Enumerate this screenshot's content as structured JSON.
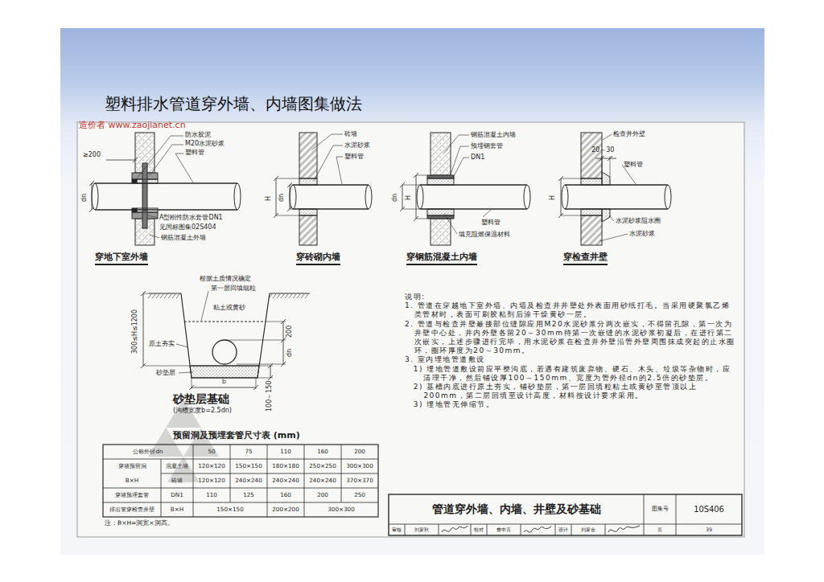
{
  "diagram": {
    "title": "塑料排水管道穿外墙、内墙图集做法",
    "labels": [
      "造价者 www.zaojianet.cn",
      "防水胶泥",
      "M20水泥砂浆",
      "塑料管",
      "≥200",
      "dn",
      "A型刚性防水套管DN1",
      "见国标图集02S404",
      "钢筋混凝土外墙",
      "穿地下室外墙",
      "砖墙",
      "水泥砂浆",
      "塑料管",
      "H",
      "dn",
      "穿砖砌内墙",
      "钢筋混凝土内墙",
      "预埋钢套管",
      "DN1",
      "dn",
      "H",
      "塑料管",
      "填充阻燃保温材料",
      "穿钢筋混凝土内墙",
      "检查井外壁",
      "20～30",
      "塑料管",
      "H",
      "水泥砂浆阻水圈",
      "水泥砂浆",
      "穿检查井壁",
      "根据土质情况确定",
      "第一层回填细粒",
      "粘土或黄砂",
      "300≤H≤1200",
      "200",
      "dn",
      "原土夯实",
      "砂垫层",
      "b",
      "100～150",
      "砂垫层基础",
      "(沟槽宽度b=2.5dn)",
      "预留洞及预埋套管尺寸表 (mm)",
      "公称外径dn",
      "50",
      "75",
      "110",
      "160",
      "200",
      "穿墙预留洞",
      "B×H",
      "混凝土墙",
      "120×120",
      "150×150",
      "180×180",
      "250×250",
      "300×300",
      "砖墙",
      "120×120",
      "240×240",
      "240×240",
      "240×240",
      "370×370",
      "穿墙预埋套管",
      "DN1",
      "110",
      "125",
      "160",
      "200",
      "250",
      "排出管穿检查井壁",
      "B×H",
      "150×150",
      "200×200",
      "300×300",
      "注：B×H=洞宽×洞高。",
      "说明:",
      "1. 管道在穿越地下室外墙、内墙及检查井井壁处外表面用砂纸打毛。当采用硬聚氯乙烯类管材时，表面可刷胶粘剂后涂干燥黄砂一层。",
      "2. 管道与检查井壁最接部位缝隙应用M20水泥砂浆分两次嵌实，不得留孔隙，第一次为井壁中心处，井内外壁各留20～30mm待第一次嵌缝的水泥砂浆初凝后，在进行第二次嵌实，上述步骤进行完毕，用水泥砂浆在检查井外壁沿管外壁周围抹成突起的止水圈环，圈环厚度为20～30mm。",
      "3. 室内埋地管道敷设",
      "1) 埋地管道敷设前应平整沟底，若遇有建筑废弃物、硬石、木头、垃圾等杂物时，应清理干净，然后铺设厚100～150mm、宽度为管外径dn的2.5倍的砂垫层。",
      "2) 基槽内底进行原土夯实，铺砂垫层，第一层回填粒粘土或黄砂至管顶以上200mm，第二层回填至设计高度，材料按设计要求采用。",
      "3) 埋地管无伸缩节。",
      "管道穿外墙、内墙、井壁及砂基础",
      "图集号",
      "10S406",
      "审核",
      "刘家秋",
      "校对",
      "曾中言",
      "设计",
      "刘家金",
      "页",
      "39"
    ]
  }
}
